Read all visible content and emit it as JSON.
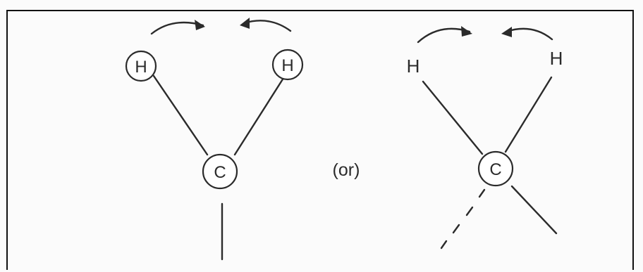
{
  "left_structure": {
    "center_atom": "C",
    "left_hydrogen": "H",
    "right_hydrogen": "H"
  },
  "separator": {
    "text": "(or)"
  },
  "right_structure": {
    "center_atom": "C",
    "left_hydrogen": "H",
    "right_hydrogen": "H"
  }
}
